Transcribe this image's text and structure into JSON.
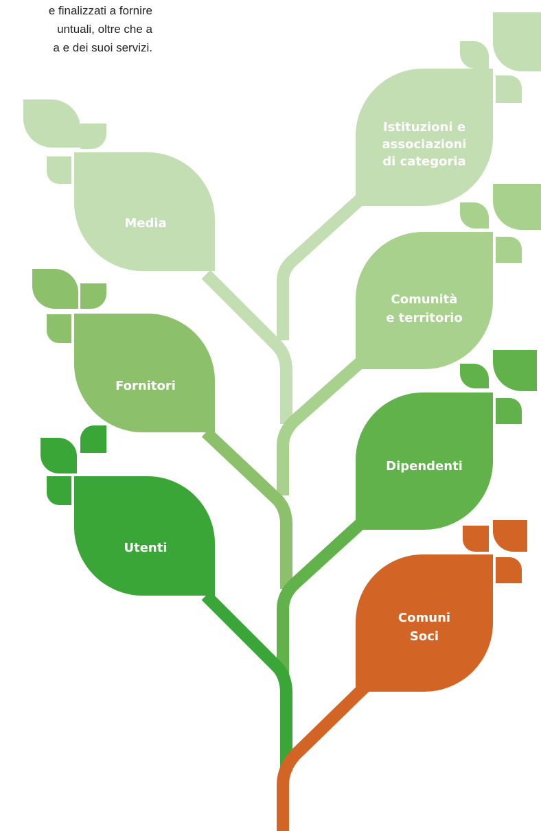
{
  "intro_text": {
    "line1": "e finalizzati a fornire",
    "line2": "untuali, oltre che a",
    "line3": "a e dei suoi servizi."
  },
  "stakeholders": {
    "istituzioni": {
      "line1": "Istituzioni e",
      "line2": "associazioni",
      "line3": "di categoria"
    },
    "media": {
      "line1": "Media"
    },
    "comunita": {
      "line1": "Comunità",
      "line2": "e territorio"
    },
    "fornitori": {
      "line1": "Fornitori"
    },
    "dipendenti": {
      "line1": "Dipendenti"
    },
    "utenti": {
      "line1": "Utenti"
    },
    "comuni_soci": {
      "line1": "Comuni",
      "line2": "Soci"
    }
  },
  "colors": {
    "lightest_green": "#c2deb2",
    "light_green": "#a9d18e",
    "mid_green": "#8cc06a",
    "green": "#62b24b",
    "dark_green": "#3aa637",
    "orange": "#d26425"
  }
}
